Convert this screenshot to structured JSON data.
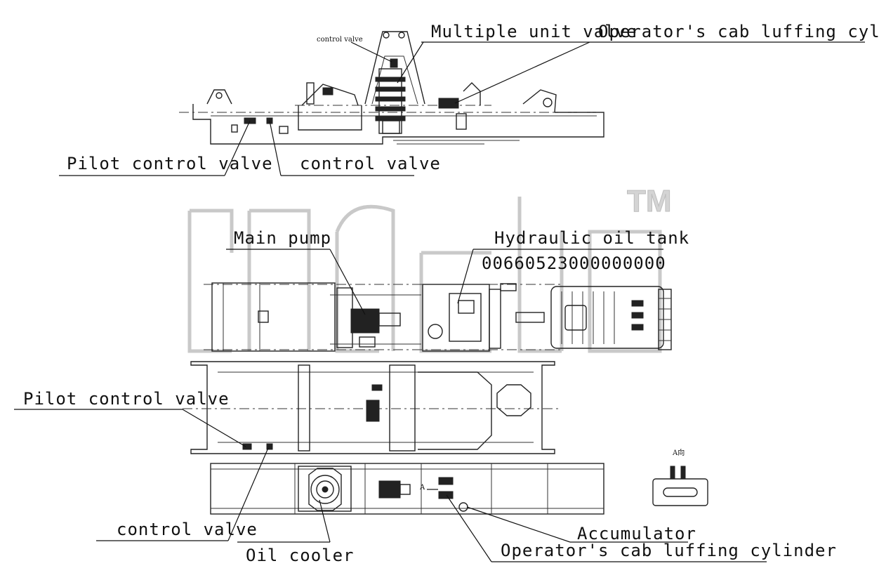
{
  "watermark": {
    "tm": "TM"
  },
  "labels": {
    "control_valve_small": "control valve",
    "multiple_unit_valve": "Multiple unit valve",
    "cab_luffing_top": "Operator's cab luffing cylinder",
    "pilot_control_valve_top": "Pilot control valve",
    "control_valve_top": "control valve",
    "main_pump": "Main pump",
    "hydraulic_oil_tank": "Hydraulic oil tank",
    "part_number": "00660523000000000",
    "pilot_control_valve_left": "Pilot control valve",
    "control_valve_bottom": "control valve",
    "oil_cooler": "Oil cooler",
    "accumulator": "Accumulator",
    "cab_luffing_bottom": "Operator's cab luffing cylinder",
    "view_a_marker": "A",
    "view_a_title": "A向"
  }
}
